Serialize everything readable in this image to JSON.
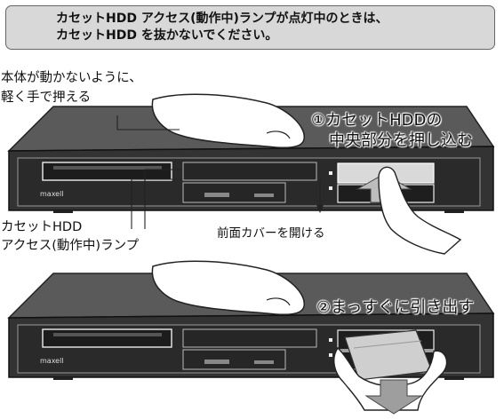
{
  "notice": {
    "line1": "カセットHDD アクセス(動作中)ランプが点灯中のときは、",
    "line2": "カセットHDD を抜かないでください。"
  },
  "step0": {
    "line1": "本体が動かないように、",
    "line2": "軽く手で押える"
  },
  "step1": {
    "line1": "①カセットHDDの",
    "line2": "中央部分を押し込む"
  },
  "lamp_label": {
    "line1": "カセットHDD",
    "line2": "アクセス(動作中)ランプ"
  },
  "front_cover": "前面カバーを開ける",
  "step2": "②まっすぐに引き出す",
  "device": {
    "brand": "maxell"
  }
}
